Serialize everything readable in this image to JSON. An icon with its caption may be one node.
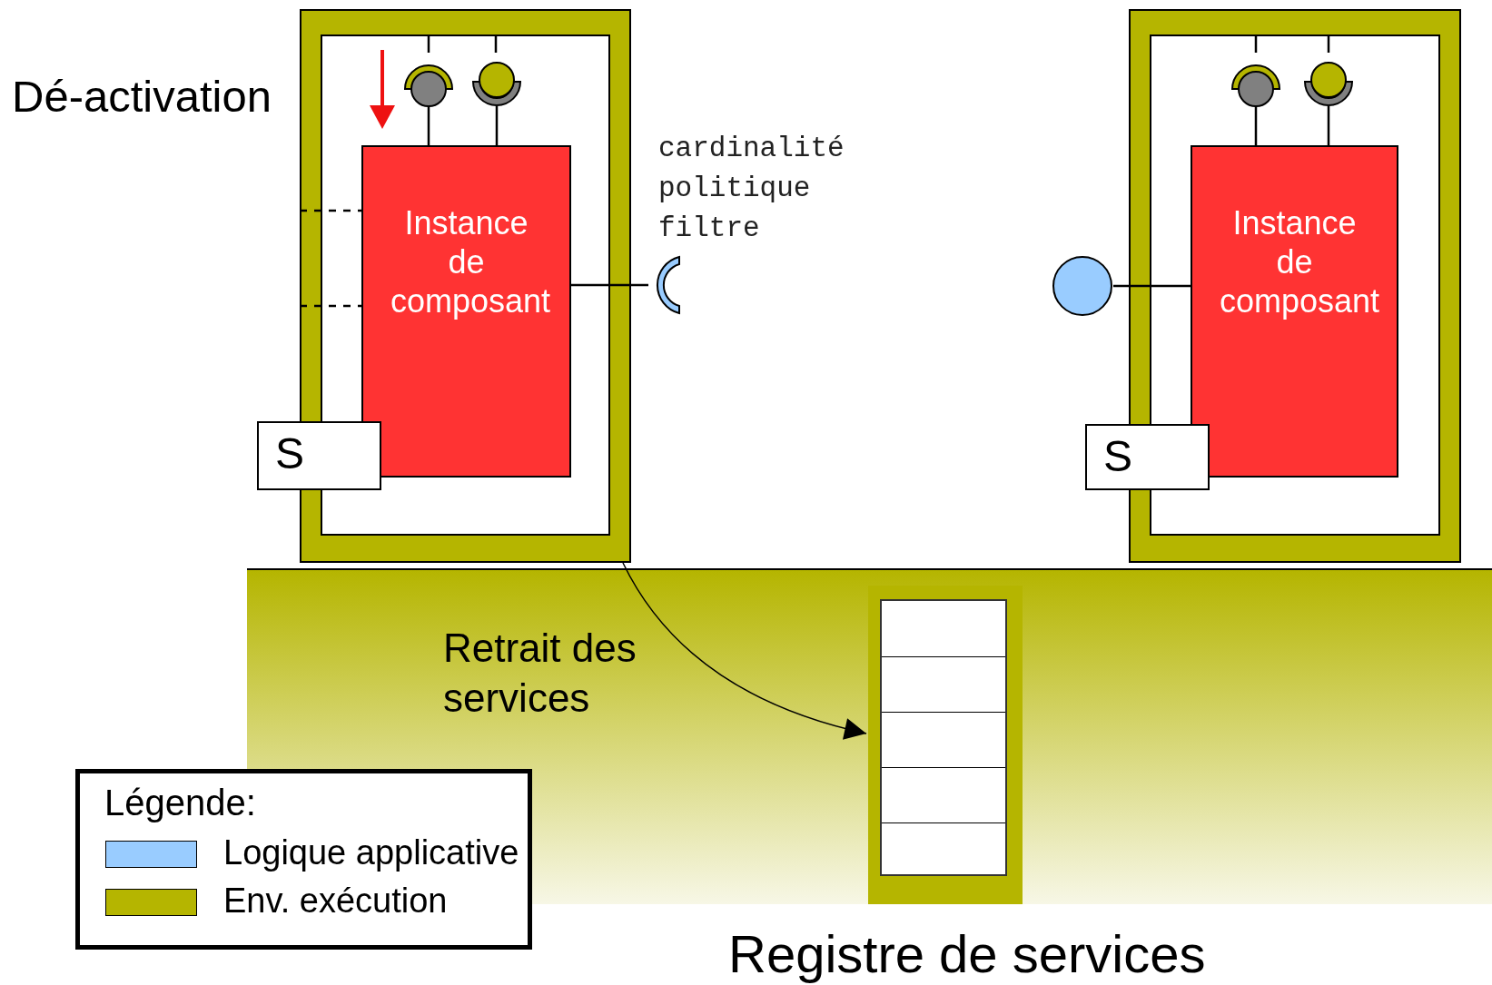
{
  "diagram": {
    "title": "Dé-activation",
    "nodes": [
      {
        "text": [],
        "shape": "box"
      },
      {
        "text": [],
        "shape": "circle",
        "in": 0
      },
      {
        "text": [],
        "shape": "circle",
        "in": 0
      },
      {
        "text": [
          "Instance de composant"
        ],
        "in": 0
      },
      {
        "text": [
          "S"
        ]
      },
      {
        "text": [],
        "shape": "semicircle",
        "beside": [
          "cardinalité politique filtre"
        ]
      },
      {
        "text": [],
        "shape": "box"
      },
      {
        "text": [],
        "shape": "circle",
        "in": 6
      },
      {
        "text": [],
        "shape": "circle",
        "in": 6
      },
      {
        "text": [
          "Instance de composant"
        ],
        "in": 6
      },
      {
        "text": [
          "S"
        ]
      },
      {
        "text": [],
        "shape": "circle"
      },
      {
        "text": [
          "Registre de services"
        ]
      }
    ],
    "edges": [
      {
        "from": 3,
        "to": 1,
        "arrow": "none"
      },
      {
        "from": 3,
        "to": 2,
        "arrow": "none"
      },
      {
        "from": 3,
        "to": 5,
        "arrow": "none"
      },
      {
        "from": 9,
        "to": 7,
        "arrow": "none"
      },
      {
        "from": 9,
        "to": 8,
        "arrow": "none"
      },
      {
        "from": 9,
        "to": 11,
        "arrow": "none"
      },
      {
        "from": 0,
        "to": 12,
        "arrow": "to",
        "label": "Retrait des services"
      }
    ],
    "labels": [
      "Légende:"
    ],
    "legend": [
      {
        "text": "Logique applicative",
        "color": "#99ccff"
      },
      {
        "text": "Env. exécution",
        "color": "#b5b500"
      }
    ]
  }
}
